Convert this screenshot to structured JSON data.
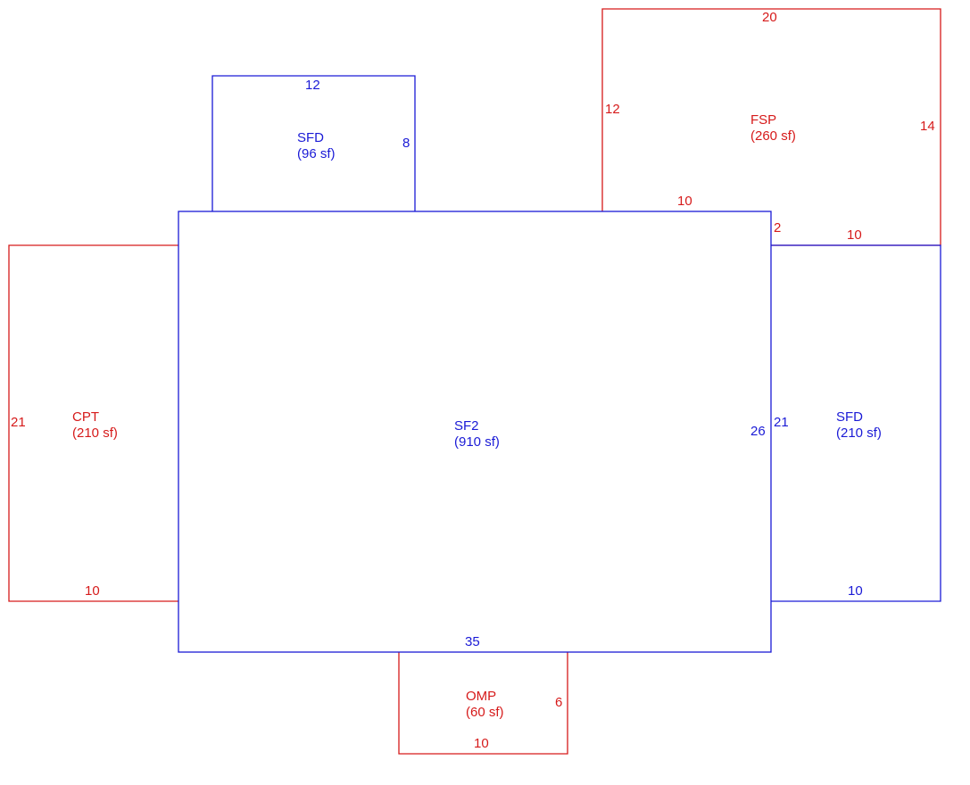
{
  "colors": {
    "living": "#1a1ad6",
    "exterior": "#d61a1a"
  },
  "areas": {
    "sf2": {
      "name": "SF2",
      "size": "(910 sf)",
      "dims": [
        "35",
        "26"
      ]
    },
    "sfd_top": {
      "name": "SFD",
      "size": "(96 sf)",
      "dims": [
        "12",
        "8"
      ]
    },
    "sfd_right": {
      "name": "SFD",
      "size": "(210 sf)",
      "dims": [
        "21",
        "10"
      ]
    },
    "fsp": {
      "name": "FSP",
      "size": "(260 sf)",
      "dims": [
        "20",
        "12",
        "14",
        "10",
        "10",
        "2"
      ]
    },
    "cpt": {
      "name": "CPT",
      "size": "(210 sf)",
      "dims": [
        "21",
        "10"
      ]
    },
    "omp": {
      "name": "OMP",
      "size": "(60 sf)",
      "dims": [
        "6",
        "10"
      ]
    }
  }
}
